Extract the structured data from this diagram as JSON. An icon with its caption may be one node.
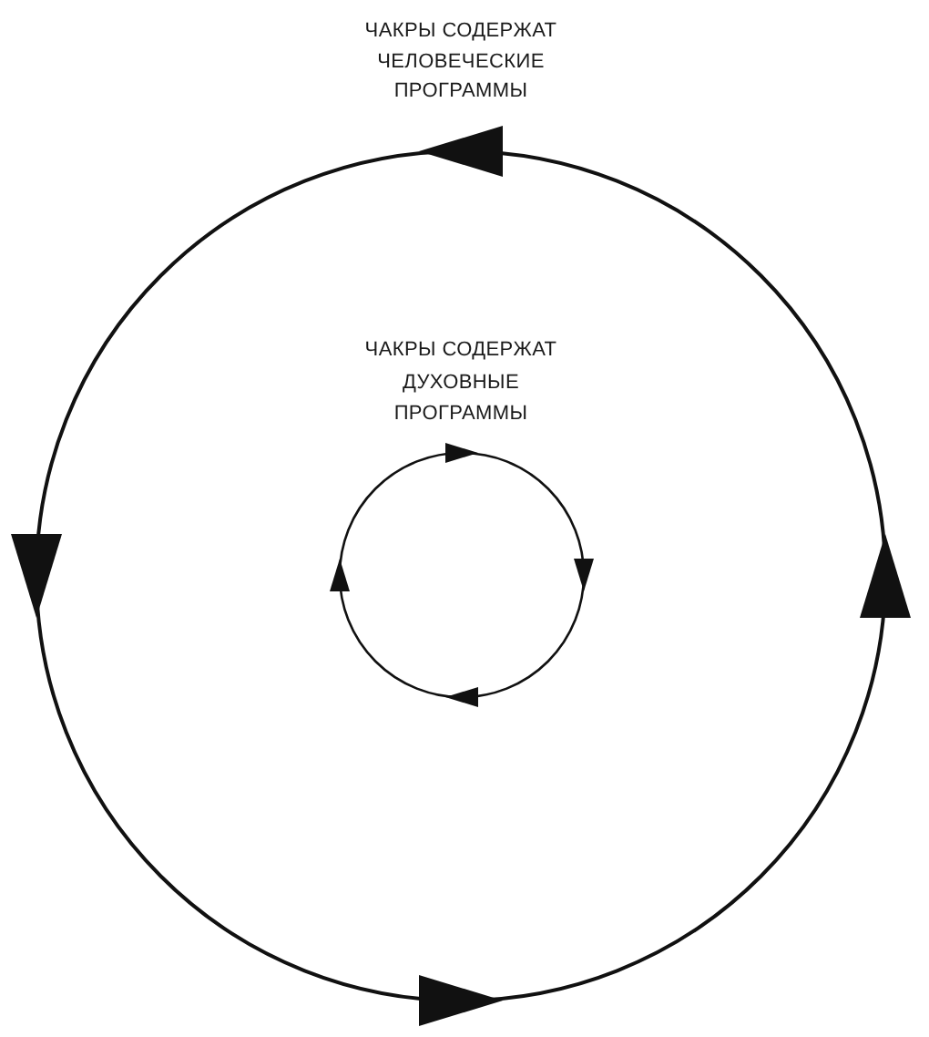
{
  "diagram": {
    "nodes": [
      {
        "text": [
          "ЧАКРЫ СОДЕРЖАТ ЧЕЛОВЕЧЕСКИЕ ПРОГРАММЫ"
        ]
      },
      {
        "text": [
          "ЧАКРЫ СОДЕРЖАТ ДУХОВНЫЕ ПРОГРАММЫ"
        ],
        "in": 0
      }
    ]
  }
}
